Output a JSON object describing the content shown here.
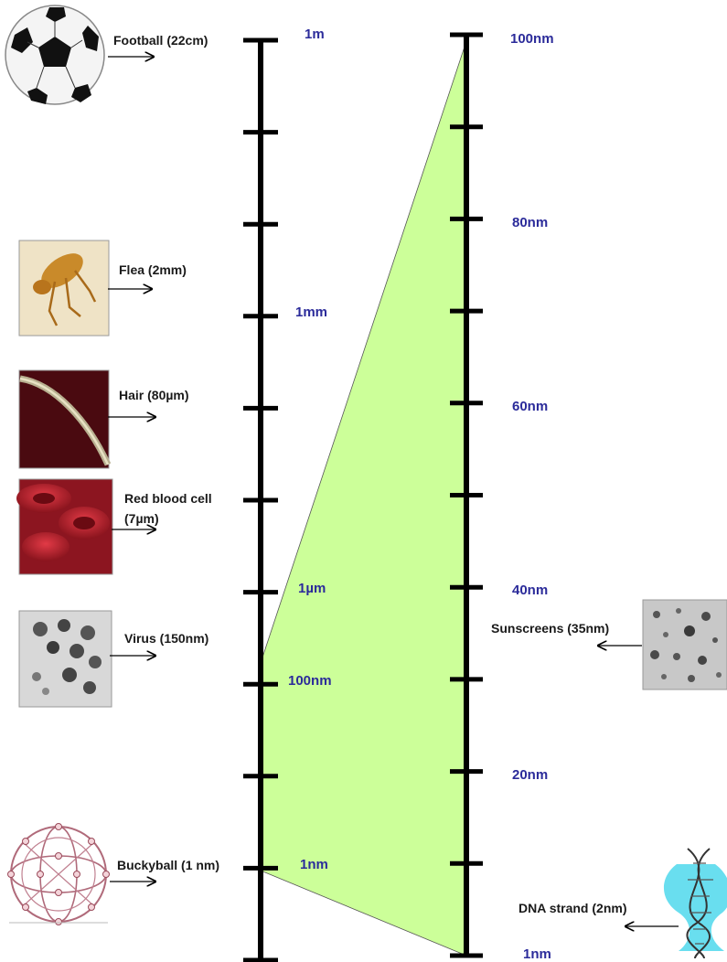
{
  "left_scale": {
    "tick_labels": [
      {
        "text": "1m",
        "major_index": 0
      },
      {
        "text": "1mm",
        "major_index": 3
      },
      {
        "text": "1µm",
        "major_index": 6
      },
      {
        "text": "100nm",
        "major_index": 7
      },
      {
        "text": "1nm",
        "major_index": 9
      }
    ]
  },
  "right_scale": {
    "tick_labels": [
      "100nm",
      "80nm",
      "60nm",
      "40nm",
      "20nm",
      "1nm"
    ]
  },
  "objects": {
    "football": "Football (22cm)",
    "flea": "Flea  (2mm)",
    "hair": "Hair (80µm)",
    "red_blood_cell_line1": "Red blood cell",
    "red_blood_cell_line2": "(7µm)",
    "virus": "Virus (150nm)",
    "buckyball": "Buckyball (1 nm)",
    "sunscreens": "Sunscreens (35nm)",
    "dna": "DNA strand (2nm)"
  },
  "colors": {
    "zoom_fill": "#ccff99",
    "tick_label": "#2b2b9a",
    "axis": "#000000"
  }
}
